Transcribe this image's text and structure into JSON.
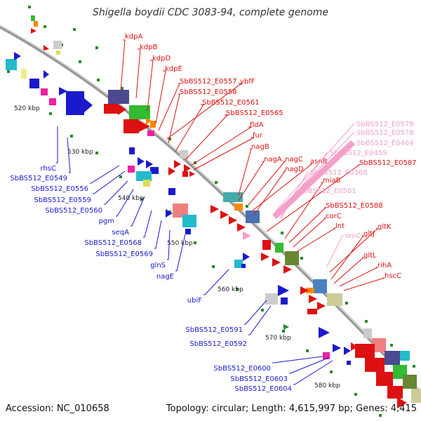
{
  "title": "Shigella boydii CDC 3083-94, complete genome",
  "footer": {
    "accession": "Accession: NC_010658",
    "summary": "Topology: circular; Length: 4,615,997 bp; Genes: 4,415"
  },
  "ticks": [
    "520 kbp",
    "530 kbp",
    "540 kbp",
    "550 kbp",
    "560 kbp",
    "570 kbp",
    "580 kbp"
  ],
  "colors": {
    "forward": "#dd1111",
    "reverse": "#1a1acc",
    "pseudo": "#f5a0c8",
    "axis": "#999999"
  },
  "labels_forward": [
    "kdpA",
    "kdpB",
    "kdpD",
    "kdpE",
    "SbBS512_E0557",
    "ybfF",
    "SbBS512_E0558",
    "SbBS512_E0561",
    "SbBS512_E0565",
    "fldA",
    "fur",
    "nagB",
    "nagA",
    "nagC",
    "asnB",
    "nagD",
    "SbBS512_E0587",
    "miaB",
    "SbBS512_E0588",
    "corC",
    "lnt",
    "gltK",
    "gltJ",
    "gltL",
    "rihA",
    "hscC"
  ],
  "labels_pseudo": [
    "SbBS512_E0579",
    "SbBS512_E0578",
    "SbBS512_E0464",
    "SbBS512_E0459",
    "SbBS512_E0368",
    "SbBS512_E0581",
    "sroC"
  ],
  "labels_reverse": [
    "rhsC",
    "SbBS512_E0549",
    "SbBS512_E0556",
    "SbBS512_E0559",
    "SbBS512_E0560",
    "pgm",
    "seqA",
    "SbBS512_E0568",
    "SbBS512_E0569",
    "glnS",
    "nagE",
    "ubiF",
    "SbBS512_E0591",
    "SbBS512_E0592",
    "SbBS512_E0600",
    "SbBS512_E0603",
    "SbBS512_E0604"
  ]
}
